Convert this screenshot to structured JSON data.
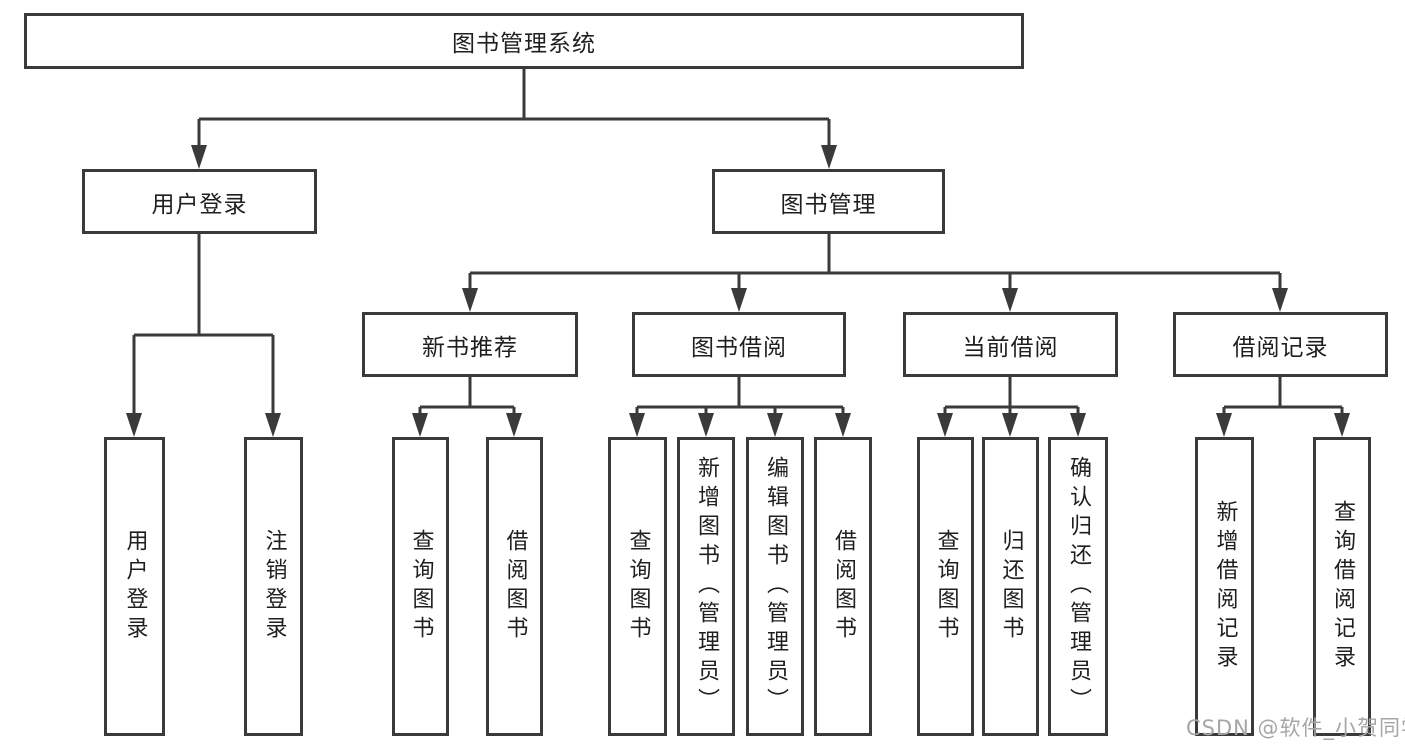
{
  "tree": {
    "root": {
      "label": "图书管理系统"
    },
    "children": [
      {
        "label": "用户登录",
        "children": [
          {
            "label": "用户登录"
          },
          {
            "label": "注销登录"
          }
        ]
      },
      {
        "label": "图书管理",
        "children": [
          {
            "label": "新书推荐",
            "children": [
              {
                "label": "查询图书"
              },
              {
                "label": "借阅图书"
              }
            ]
          },
          {
            "label": "图书借阅",
            "children": [
              {
                "label": "查询图书"
              },
              {
                "label": "新增图书（管理员）"
              },
              {
                "label": "编辑图书（管理员）"
              },
              {
                "label": "借阅图书"
              }
            ]
          },
          {
            "label": "当前借阅",
            "children": [
              {
                "label": "查询图书"
              },
              {
                "label": "归还图书"
              },
              {
                "label": "确认归还（管理员）"
              }
            ]
          },
          {
            "label": "借阅记录",
            "children": [
              {
                "label": "新增借阅记录"
              },
              {
                "label": "查询借阅记录"
              }
            ]
          }
        ]
      }
    ]
  },
  "watermark": {
    "text": "CSDN @软件_小贺同学"
  },
  "colors": {
    "line": "#3a3a3a",
    "text": "#1f1f1f",
    "watermark": "#a9a5a5"
  }
}
